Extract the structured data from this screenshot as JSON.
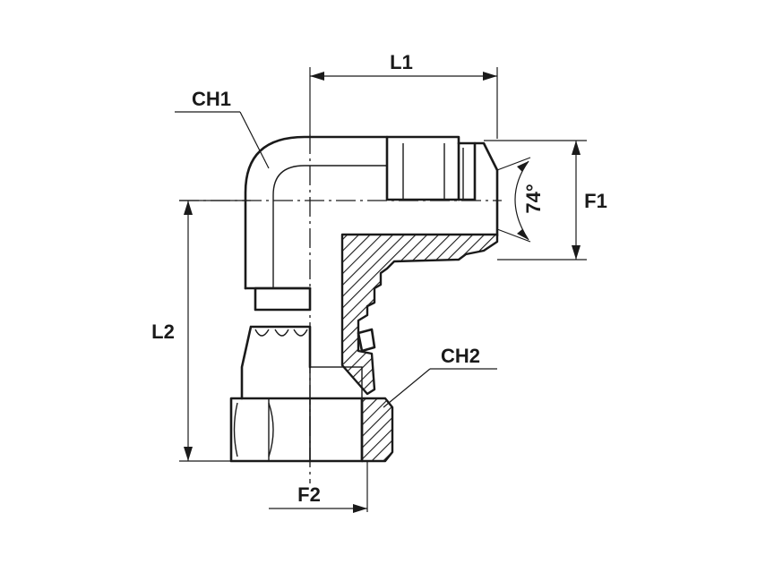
{
  "labels": {
    "l1": "L1",
    "l2": "L2",
    "f1": "F1",
    "f2": "F2",
    "ch1": "CH1",
    "ch2": "CH2",
    "angle": "74°"
  },
  "colors": {
    "line": "#1a1a1a",
    "background": "#ffffff"
  }
}
